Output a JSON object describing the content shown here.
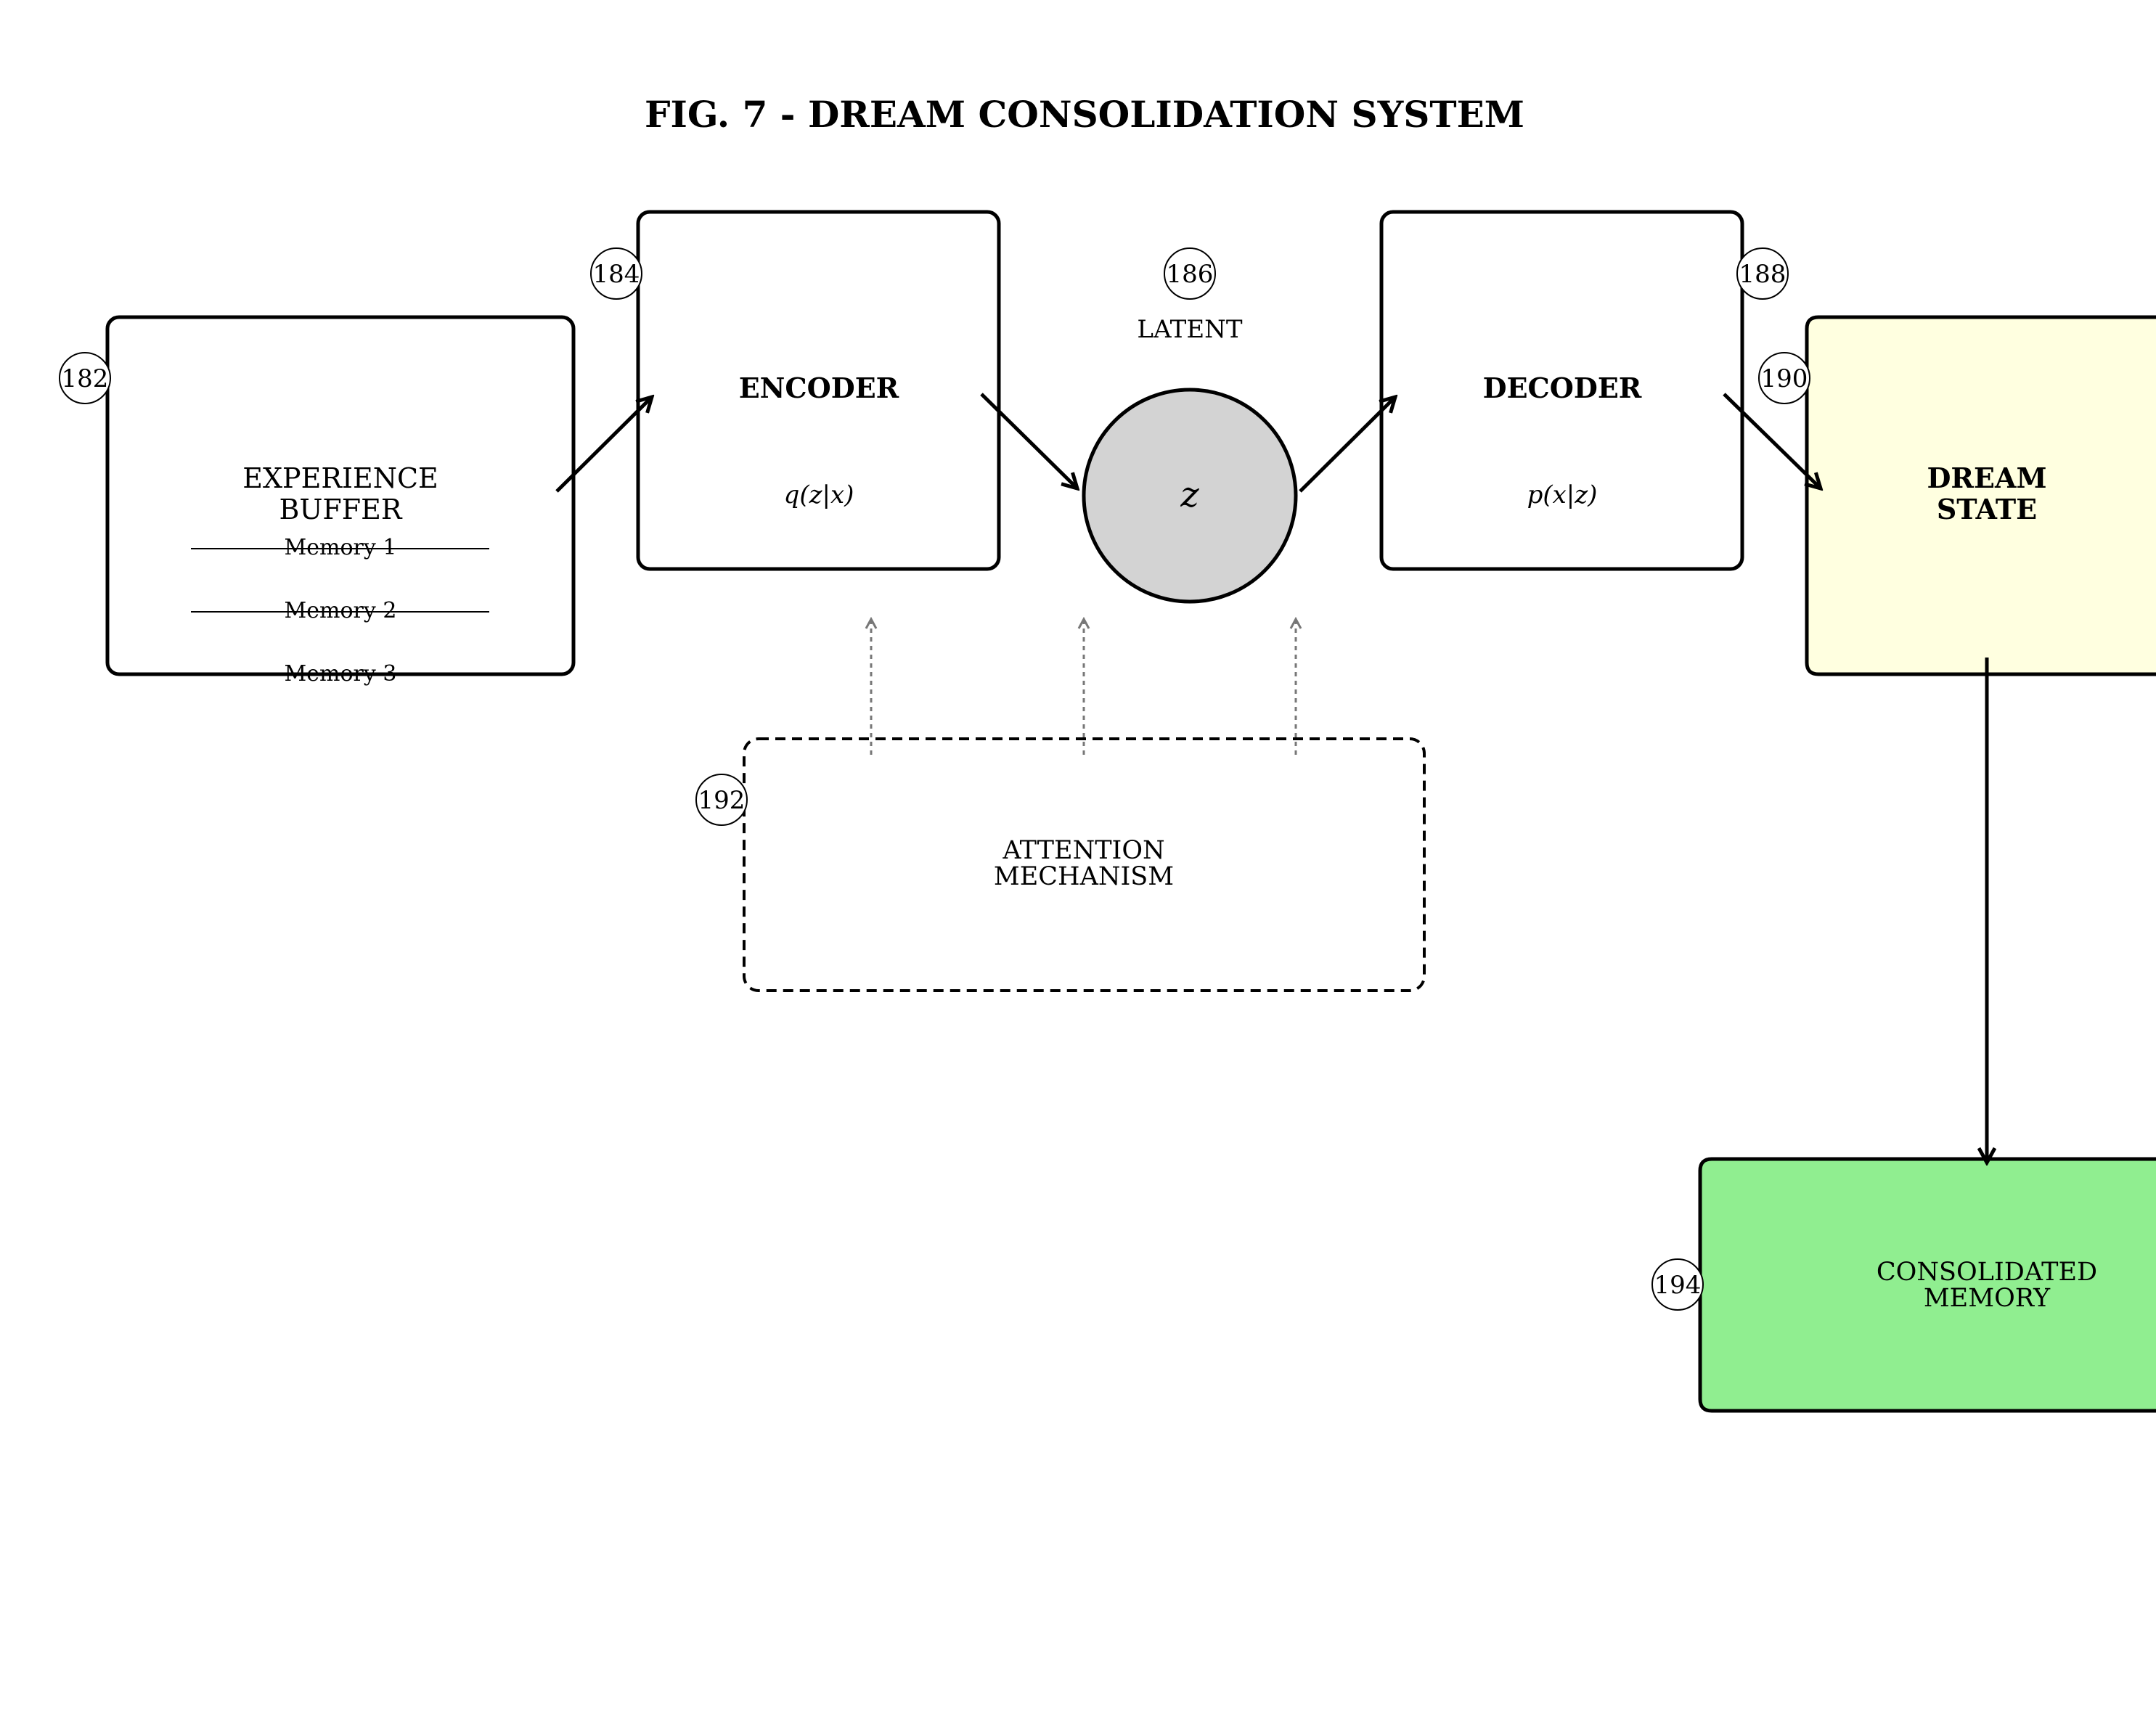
{
  "title": "FIG. 7 - DREAM CONSOLIDATION SYSTEM",
  "colors": {
    "latent_fill": "#d3d3d3",
    "dream_state_fill": "#ffffe0",
    "consolidated_fill": "#90ee90",
    "attention_arrow": "#777777"
  },
  "experience_buffer": {
    "ref": "182",
    "label_line1": "EXPERIENCE",
    "label_line2": "BUFFER",
    "memories": [
      "Memory 1",
      "Memory 2",
      "Memory 3"
    ]
  },
  "encoder": {
    "ref": "184",
    "label": "ENCODER",
    "formula": "q(z|x)"
  },
  "latent": {
    "ref": "186",
    "label": "LATENT",
    "symbol": "z"
  },
  "decoder": {
    "ref": "188",
    "label": "DECODER",
    "formula": "p(x|z)"
  },
  "dream_state": {
    "ref": "190",
    "label_line1": "DREAM",
    "label_line2": "STATE"
  },
  "attention": {
    "ref": "192",
    "label_line1": "ATTENTION",
    "label_line2": "MECHANISM"
  },
  "consolidated": {
    "ref": "194",
    "label_line1": "CONSOLIDATED",
    "label_line2": "MEMORY"
  }
}
